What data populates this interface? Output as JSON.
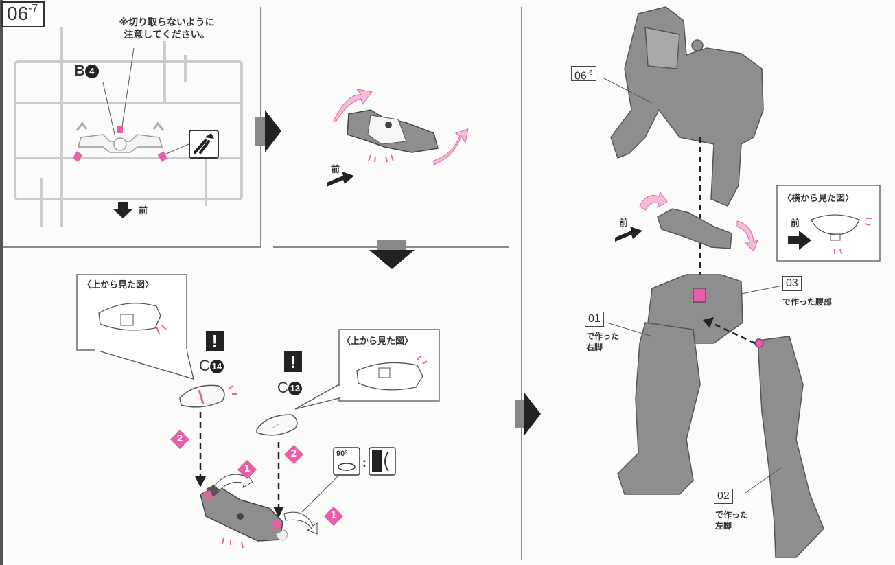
{
  "step": {
    "main": "06",
    "sub": "-7"
  },
  "caution_note": {
    "line1": "※切り取らないように",
    "line2": "注意してください。"
  },
  "runner": {
    "runner_letter": "B",
    "part_number": "4"
  },
  "labels": {
    "front": "前",
    "top_view": "〈上から見た図〉",
    "side_view": "〈横から見た図〉"
  },
  "parts": [
    {
      "letter": "C",
      "number": "14"
    },
    {
      "letter": "C",
      "number": "13"
    }
  ],
  "order_markers": [
    "1",
    "2"
  ],
  "rotate_icon": {
    "angle": "90°"
  },
  "refs": {
    "torso": {
      "main": "06",
      "sub": "-6"
    },
    "waist": {
      "main": "03",
      "note": "で作った腰部"
    },
    "right_leg": {
      "main": "01",
      "note1": "で作った",
      "note2": "右脚"
    },
    "left_leg": {
      "main": "02",
      "note1": "で作った",
      "note2": "左脚"
    }
  },
  "colors": {
    "accent": "#e85fa8",
    "part_gray": "#8e8e8e",
    "line": "#333333"
  }
}
